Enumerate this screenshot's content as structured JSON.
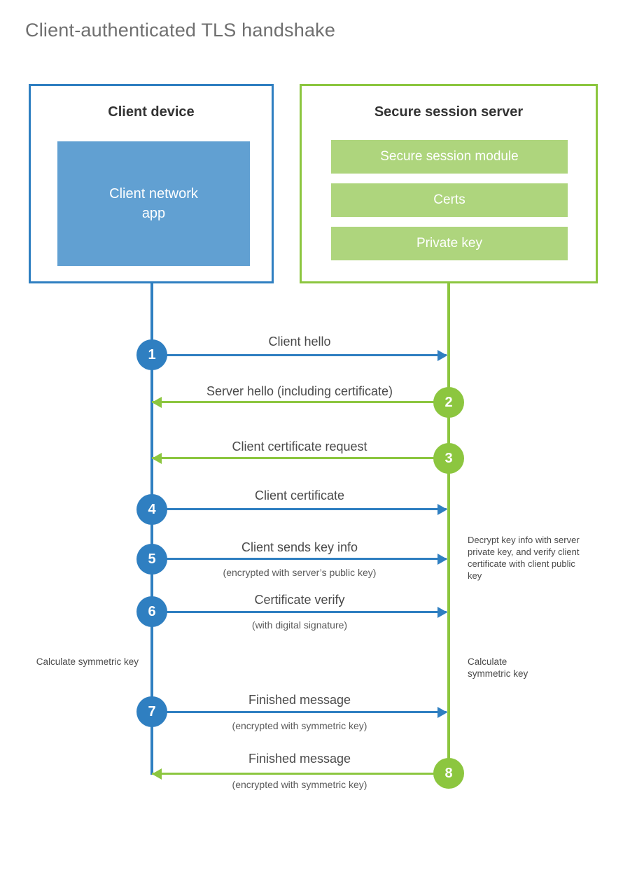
{
  "page": {
    "title": "Client-authenticated TLS handshake"
  },
  "colors": {
    "client_blue": "#2f7fc1",
    "client_app_fill": "#61a0d2",
    "server_green": "#8cc63f",
    "server_module_fill": "#aed57d",
    "title_gray": "#6f6f6f",
    "text_gray": "#4a4a4a",
    "background": "#ffffff"
  },
  "actors": {
    "client": {
      "title": "Client device",
      "app_label_line1": "Client network",
      "app_label_line2": "app"
    },
    "server": {
      "title": "Secure session server",
      "modules": [
        {
          "label": "Secure session module"
        },
        {
          "label": "Certs"
        },
        {
          "label": "Private key"
        }
      ]
    }
  },
  "steps": [
    {
      "number": "1",
      "label": "Client hello",
      "sublabel": "",
      "direction": "client-to-server",
      "color": "#2f7fc1"
    },
    {
      "number": "2",
      "label": "Server hello (including certificate)",
      "sublabel": "",
      "direction": "server-to-client",
      "color": "#8cc63f"
    },
    {
      "number": "3",
      "label": "Client certificate request",
      "sublabel": "",
      "direction": "server-to-client",
      "color": "#8cc63f"
    },
    {
      "number": "4",
      "label": "Client certificate",
      "sublabel": "",
      "direction": "client-to-server",
      "color": "#2f7fc1"
    },
    {
      "number": "5",
      "label": "Client sends key info",
      "sublabel": "(encrypted with server’s public key)",
      "direction": "client-to-server",
      "color": "#2f7fc1"
    },
    {
      "number": "6",
      "label": "Certificate verify",
      "sublabel": "(with digital signature)",
      "direction": "client-to-server",
      "color": "#2f7fc1"
    },
    {
      "number": "7",
      "label": "Finished message",
      "sublabel": "(encrypted with symmetric key)",
      "direction": "client-to-server",
      "color": "#2f7fc1"
    },
    {
      "number": "8",
      "label": "Finished message",
      "sublabel": "(encrypted with symmetric key)",
      "direction": "server-to-client",
      "color": "#8cc63f"
    }
  ],
  "notes": {
    "server_decrypt": "Decrypt key info with server private key, and verify client certificate with client public key",
    "client_calculate": "Calculate symmetric key",
    "server_calculate": "Calculate symmetric key"
  }
}
